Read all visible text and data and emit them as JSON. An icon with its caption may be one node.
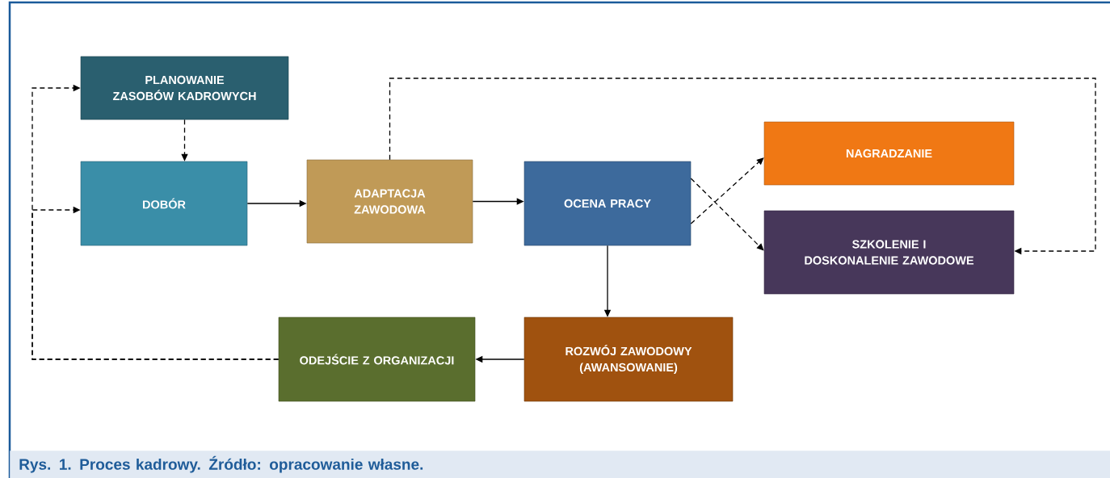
{
  "diagram": {
    "caption": "Rys. 1. Proces kadrowy. Źródło: opracowanie własne.",
    "nodes": [
      {
        "text": [
          "PLANOWANIE ZASOBÓW KADROWYCH"
        ]
      },
      {
        "text": [
          "DOBÓR"
        ]
      },
      {
        "text": [
          "ADAPTACJA ZAWODOWA"
        ]
      },
      {
        "text": [
          "OCENA PRACY"
        ]
      },
      {
        "text": [
          "NAGRADZANIE"
        ]
      },
      {
        "text": [
          "SZKOLENIE I DOSKONALENIE ZAWODOWE"
        ]
      },
      {
        "text": [
          "ODEJŚCIE Z ORGANIZACJI"
        ]
      },
      {
        "text": [
          "ROZWÓJ ZAWODOWY (AWANSOWANIE)"
        ]
      }
    ],
    "edges": [
      {
        "from": 0,
        "to": 1,
        "arrow": "to",
        "style": "dashed"
      },
      {
        "from": 1,
        "to": 2,
        "arrow": "to"
      },
      {
        "from": 2,
        "to": 3,
        "arrow": "to"
      },
      {
        "from": 3,
        "to": 4,
        "arrow": "to",
        "style": "dashed"
      },
      {
        "from": 3,
        "to": 5,
        "arrow": "to",
        "style": "dashed"
      },
      {
        "from": 2,
        "to": 5,
        "arrow": "to",
        "style": "dashed"
      },
      {
        "from": 3,
        "to": 7,
        "arrow": "to"
      },
      {
        "from": 7,
        "to": 6,
        "arrow": "to"
      },
      {
        "from": 6,
        "to": 0,
        "arrow": "to",
        "style": "dashed"
      },
      {
        "from": 6,
        "to": 1,
        "arrow": "to",
        "style": "dashed"
      }
    ]
  }
}
